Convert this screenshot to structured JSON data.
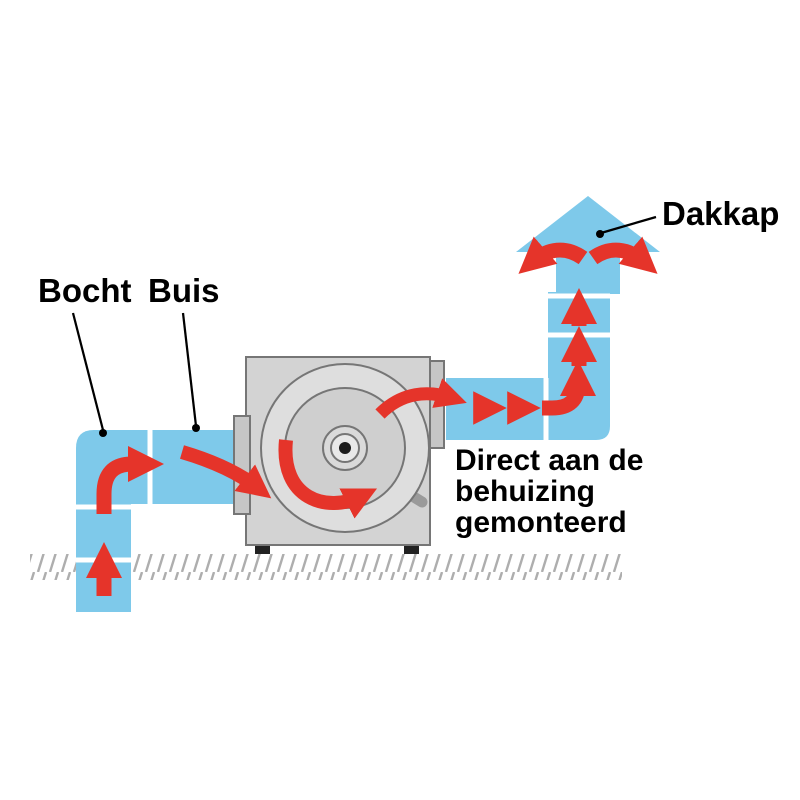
{
  "diagram": {
    "labels": {
      "bocht": "Bocht",
      "buis": "Buis",
      "dakkap": "Dakkap"
    },
    "note": {
      "lines": [
        "Direct aan de",
        "behuizing",
        "gemonteerd"
      ]
    },
    "colors": {
      "pipe_blue": "#7ec9ea",
      "arrow_red": "#e5342a",
      "housing_gray": "#d3d3d3",
      "housing_border": "#767676",
      "text_black": "#000000"
    }
  }
}
